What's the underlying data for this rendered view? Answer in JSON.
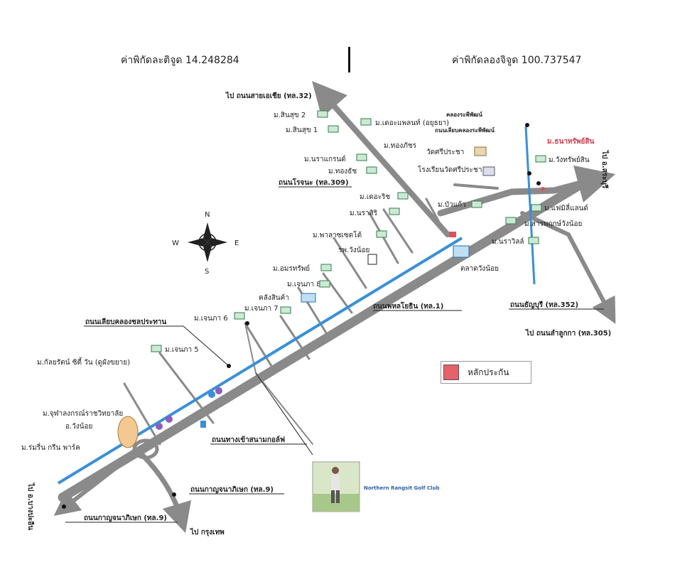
{
  "header": {
    "latitude": "ค่าพิกัดละติจูด 14.248284",
    "longitude": "ค่าพิกัดลองจิจูด 100.737547"
  },
  "compass": {
    "n": "N",
    "s": "S",
    "e": "E",
    "w": "W"
  },
  "directions": {
    "top_left": "ไป ถนนสายเอเชีย (ทล.32)",
    "right": "ไป อ.สระบุรี",
    "bottom_right": "ไป ถนนลำลูกกา (ทล.305)",
    "bottom_left": "ไป อ.บางปะอิน",
    "bottom": "ไป กรุงเทพ"
  },
  "roads": {
    "rojana": "ถนนโรจนะ (ทล.309)",
    "phahon": "ถนนพหลโยธิน (ทล.1)",
    "canal": "ถนนเลียบคลองชลประทาน",
    "golf": "ถนนทางเข้าสนามกอล์ฟ",
    "kanchana1": "ถนนกาญจนาภิเษก (ทล.9)",
    "kanchana2": "ถนนกาญจนาภิเษก (ทล.9)",
    "thanyaburi": "ถนนธัญบุรี (ทล.352)",
    "canal_top1": "คลองระพีพัฒน์",
    "canal_top2": "ถนนเลียบคลองระพีพัฒน์"
  },
  "places": {
    "p1": "ม.สินสุข 2",
    "p2": "ม.สินสุข 1",
    "p3": "ม.เดอะแพลนท์ (อยุธยา)",
    "p4": "ม.ทองภัชร",
    "p5": "ม.นราแกรนด์",
    "p6": "ม.ทองธัช",
    "p7": "วัดศรีประชา",
    "p8": "โรงเรียนวัดศรีประชา",
    "p9": "ม.ธนาทรัพย์สิน",
    "p10": "ม.วังทรัพย์สิน",
    "p11": "ม.เดอะริช",
    "p12": "ม.นราสิริ",
    "p13": "ม.บัวแก้ว",
    "p14": "ม.แฟมิลี่แลนด์",
    "p15": "ม.สารพฤกษ์วังน้อย",
    "p16": "ม.พาลาซเซตโต้",
    "p17": "รพ.วังน้อย",
    "p18": "ตลาดวังน้อย",
    "p19": "ม.นราวิลล์",
    "p20": "ม.อมรทรัพย์",
    "p21": "ม.เจนภา 8",
    "p22": "คลังสินค้า",
    "p23": "ม.เจนภา 7",
    "p24": "ม.เจนภา 6",
    "p25": "ม.เจนภา 5",
    "p26": "ม.กัลยรัตน์ ซิตี้ วัน (ดูผังขยาย)",
    "p27": "ม.จุฬาลงกรณ์ราชวิทยาลัย",
    "p28": "อ.วังน้อย",
    "p29": "ม.ร่มรื่น กรีน พาร์ค"
  },
  "golf_club": "Northern Rangsit Golf Club",
  "legend": {
    "label": "หลักประกัน",
    "color": "#e8606a"
  },
  "colors": {
    "road": "#8a8a8a",
    "canal": "#3a8fd8",
    "marker": "#e0505a"
  }
}
